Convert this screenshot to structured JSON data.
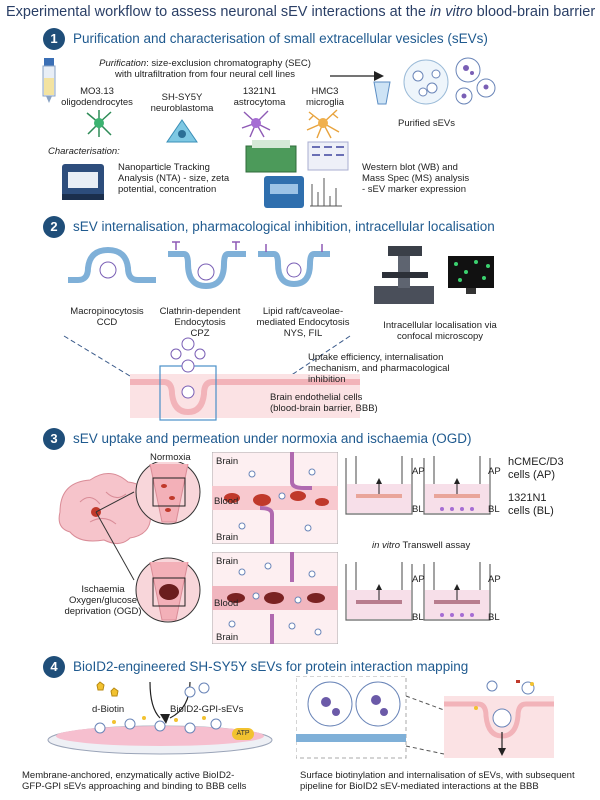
{
  "title": {
    "pre": "Experimental workflow to assess neuronal sEV interactions at the ",
    "italic": "in vitro",
    "post": " blood-brain barrier"
  },
  "sections": [
    {
      "num": "1",
      "title": "Purification and characterisation of small extracellular vesicles (sEVs)"
    },
    {
      "num": "2",
      "title": "sEV internalisation, pharmacological inhibition, intracellular localisation"
    },
    {
      "num": "3",
      "title": "sEV uptake and permeation under normoxia and ischaemia (OGD)"
    },
    {
      "num": "4",
      "title": "BioID2-engineered SH-SY5Y sEVs for protein interaction mapping"
    }
  ],
  "s1": {
    "purification_label": "Purification",
    "purification_text": ": size-exclusion chromatography (SEC)",
    "purification_text2": "with ultrafiltration from four neural cell lines",
    "cells": [
      {
        "l1": "MO3.13",
        "l2": "oligodendrocytes"
      },
      {
        "l1": "SH-SY5Y",
        "l2": "neuroblastoma"
      },
      {
        "l1": "1321N1",
        "l2": "astrocytoma"
      },
      {
        "l1": "HMC3",
        "l2": "microglia"
      }
    ],
    "purified": "Purified sEVs",
    "characterisation": "Characterisation:",
    "nta1": "Nanoparticle Tracking",
    "nta2": "Analysis (NTA) - size, zeta",
    "nta3": "potential, concentration",
    "wb1": "Western blot (WB) and",
    "wb2": "Mass Spec (MS) analysis",
    "wb3": "- sEV marker expression"
  },
  "s2": {
    "routes": [
      {
        "l1": "Macropinocytosis",
        "l2": "CCD",
        "l3": ""
      },
      {
        "l1": "Clathrin-dependent",
        "l2": "Endocytosis",
        "l3": "CPZ"
      },
      {
        "l1": "Lipid raft/caveolae-",
        "l2": "mediated Endocytosis",
        "l3": "NYS, FIL"
      }
    ],
    "confocal1": "Intracellular localisation via",
    "confocal2": "confocal microscopy",
    "uptake1": "Uptake efficiency, internalisation",
    "uptake2": "mechanism, and pharmacological inhibition",
    "brain1": "Brain endothelial cells",
    "brain2": "(blood-brain barrier, BBB)"
  },
  "s3": {
    "normoxia": "Normoxia",
    "ischaemia1": "Ischaemia",
    "ischaemia2": "Oxygen/glucose",
    "ischaemia3": "deprivation (OGD)",
    "brain": "Brain",
    "blood": "Blood",
    "hcmec1": "hCMEC/D3",
    "hcmec2": "cells (AP)",
    "n1321_1": "1321N1",
    "n1321_2": "cells (BL)",
    "ap": "AP",
    "bl": "BL",
    "transwell_it": "in vitro",
    "transwell": " Transwell assay"
  },
  "s4": {
    "dbiotin": "d-Biotin",
    "bioid": "BioID2-GPI-sEVs",
    "atp": "ATP",
    "left1": "Membrane-anchored, enzymatically active BioID2-",
    "left2": "GFP-GPI sEVs approaching and binding to BBB cells",
    "right1": "Surface biotinylation and internalisation of sEVs, with subsequent",
    "right2": "pipeline for BioID2 sEV-mediated interactions at the BBB"
  },
  "colors": {
    "accent": "#1f4e79",
    "heading": "#1f5a8f",
    "blood": "#c0392b"
  }
}
